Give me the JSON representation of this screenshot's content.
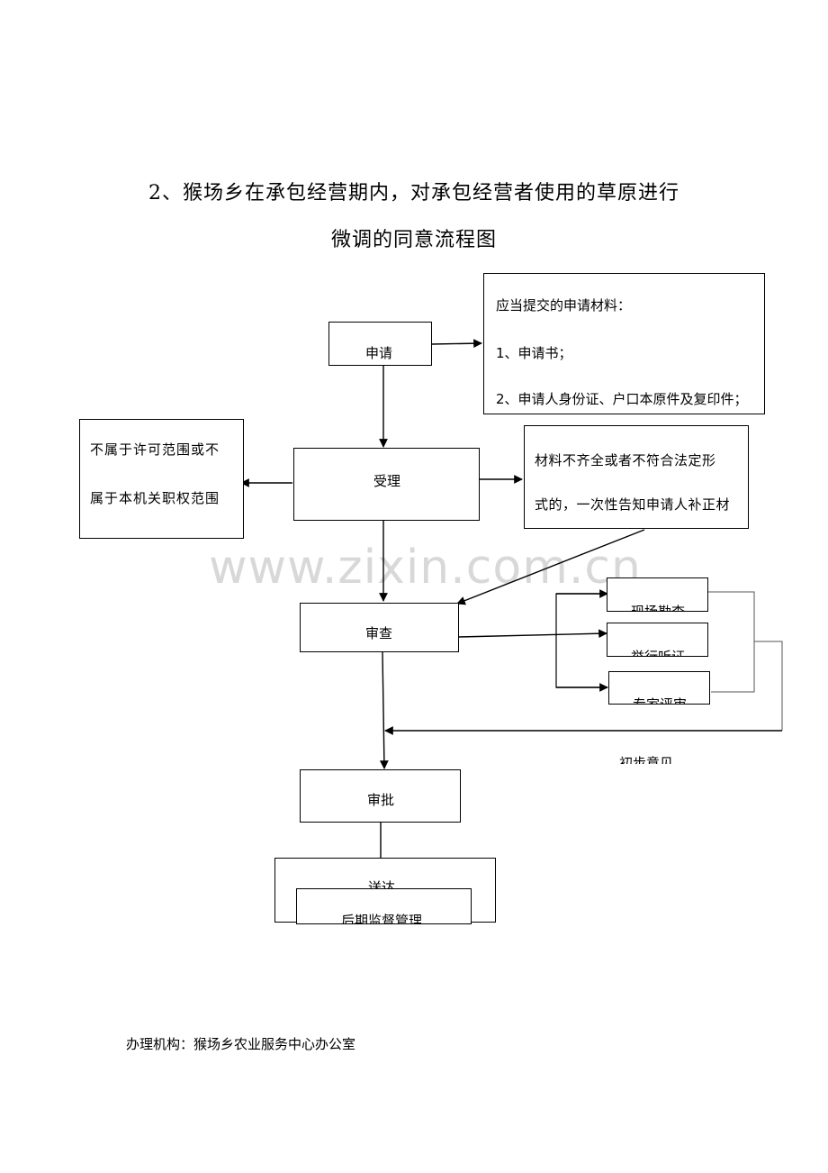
{
  "title": {
    "line1": "2、猴场乡在承包经营期内，对承包经营者使用的草原进行",
    "line2": "微调的同意流程图"
  },
  "watermark": "www.zixin.com.cn",
  "nodes": {
    "apply": "申请",
    "materials": {
      "heading": "应当提交的申请材料：",
      "item1": "1、申请书；",
      "item2": "2、申请人身份证、户口本原件及复印件；"
    },
    "accept": "受理",
    "out_of_scope": {
      "line1": "不属于许可范围或不",
      "line2": "属于本机关职权范围"
    },
    "incomplete": {
      "line1": "材料不齐全或者不符合法定形",
      "line2": "式的，一次性告知申请人补正材"
    },
    "review": "审查",
    "opt1": "现场勘查",
    "opt2": "举行听证",
    "opt3": "专家评审",
    "initial_opinion": "初步意见",
    "approve": "审批",
    "send": "送达",
    "supervision": "后期监督管理"
  },
  "footer": "办理机构：猴场乡农业服务中心办公室"
}
